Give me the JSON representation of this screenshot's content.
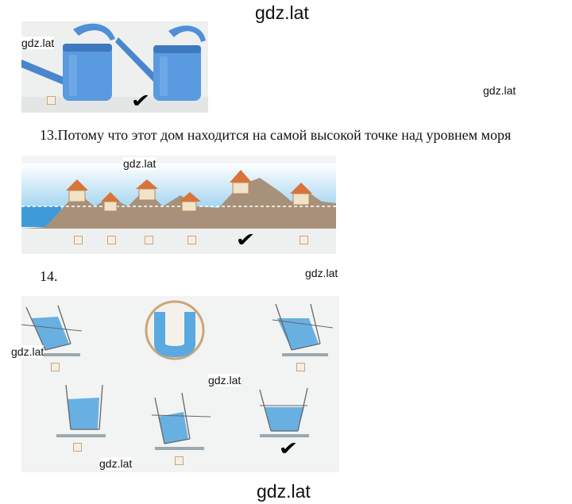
{
  "watermarks": {
    "top": "gdz.lat",
    "cans": "gdz.lat",
    "right1": "gdz.lat",
    "houses": "gdz.lat",
    "right2": "gdz.lat",
    "vessels_left": "gdz.lat",
    "vessels_mid": "gdz.lat",
    "vessels_bottom": "gdz.lat",
    "bottom": "gdz.lat"
  },
  "q13_text": "13.Потому что этот дом находится на самой высокой точке над уровнем моря",
  "q14_label": "14.",
  "checkmark": "✔",
  "colors": {
    "water": "#5aa9e0",
    "can_blue": "#4f8fd6",
    "sand": "#a8917a",
    "roof": "#d9733a",
    "checkbox": "#c9a67b"
  },
  "answers": {
    "task12_selected": "right_can",
    "task13_selected": "house_5",
    "task14_selected": "vessel_6"
  }
}
